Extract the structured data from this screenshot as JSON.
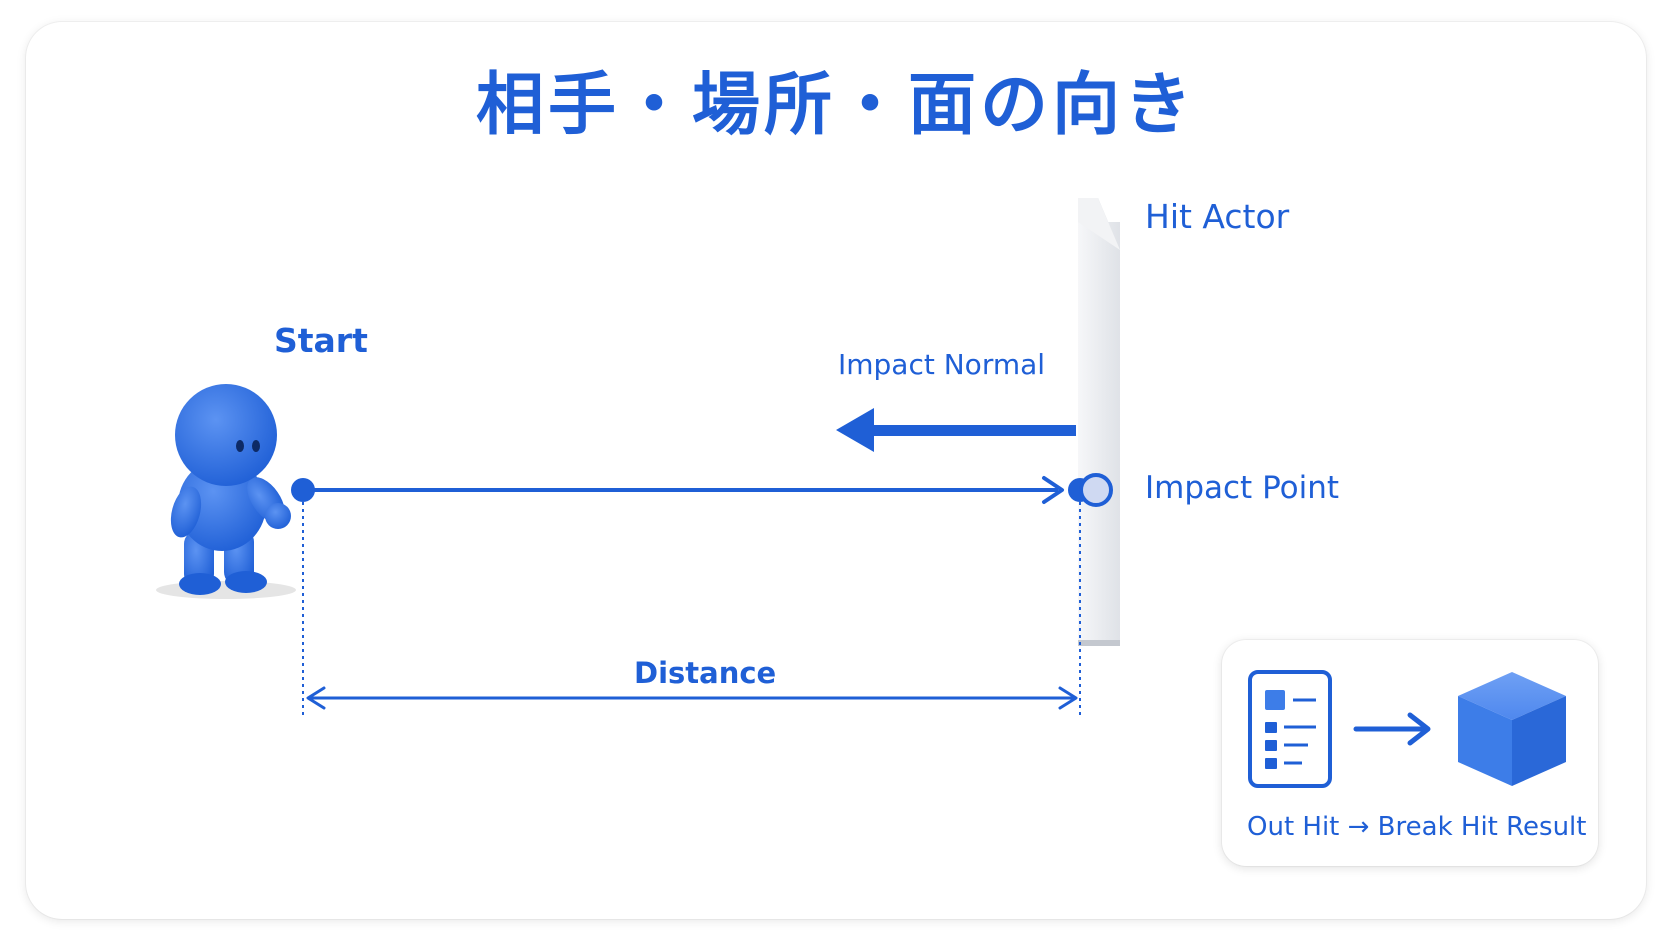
{
  "title": "相手・場所・面の向き",
  "labels": {
    "hit_actor": "Hit Actor",
    "start": "Start",
    "impact_normal": "Impact Normal",
    "impact_point": "Impact Point",
    "distance": "Distance",
    "out_hit_result": "Out Hit → Break Hit Result"
  },
  "icons": {
    "character": "blue-figure-icon",
    "wall": "wall-icon",
    "document": "document-list-icon",
    "cube": "cube-icon"
  },
  "colors": {
    "accent": "#1f5fd6",
    "cube": "#3d7de8",
    "wall": "#e9ebef"
  }
}
